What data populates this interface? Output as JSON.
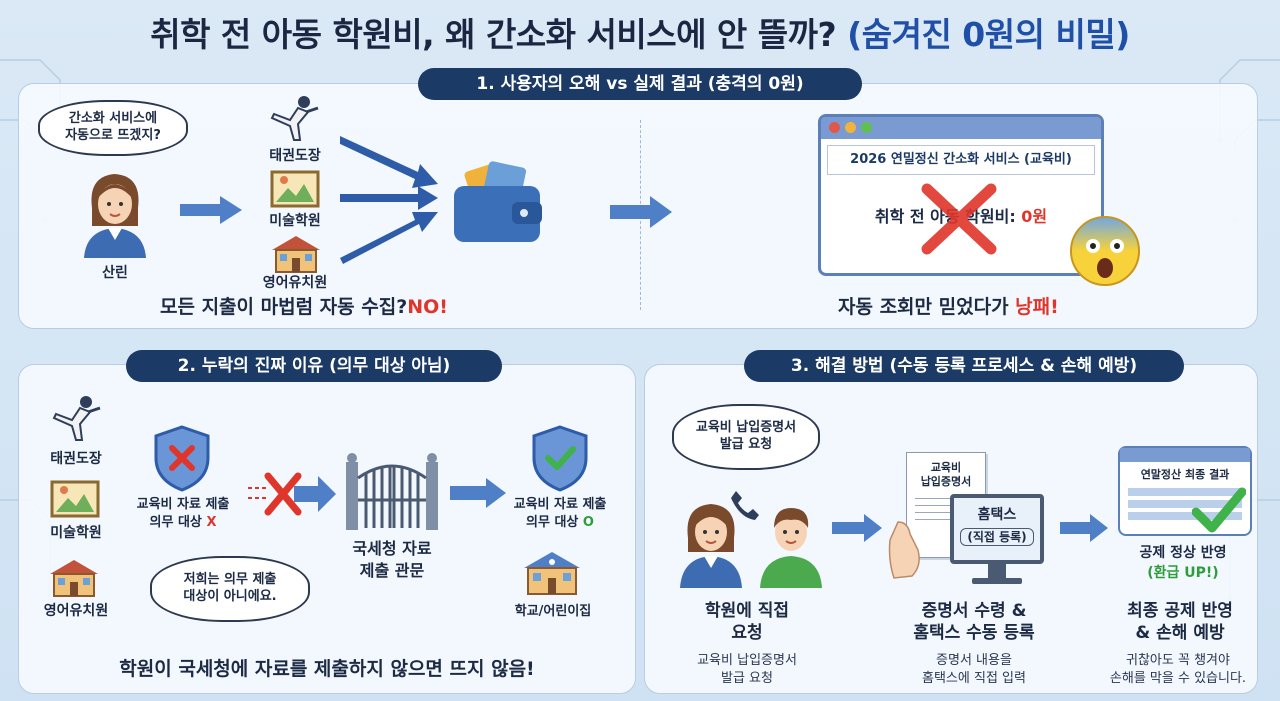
{
  "title": {
    "main": "취학 전 아동 학원비, 왜 간소화 서비스에 안 뜰까?",
    "highlight": "(숨겨진 0원의 비밀)"
  },
  "colors": {
    "navy": "#1c3a66",
    "accent_blue": "#1f4fa6",
    "red": "#e0352b",
    "green": "#2e9c3a"
  },
  "section1": {
    "heading": "1. 사용자의 오해 vs 실제 결과 (충격의 0원)",
    "bubble_line1": "간소화 서비스에",
    "bubble_line2": "자동으로 뜨겠지?",
    "person_label": "산린",
    "sources": [
      "태권도장",
      "미술학원",
      "영어유치원"
    ],
    "caption": "모든 지출이 마법럼 자동 수집?",
    "caption_no": "NO!",
    "window_title": "2026 연밀정신 간소화 서비스 (교육비)",
    "window_value_label": "취학 전 아동 학원비: ",
    "window_value": "0원",
    "result_caption": "자동 조회만 믿었다가 ",
    "result_fail": "낭패!"
  },
  "section2": {
    "heading": "2. 누락의 진짜 이유 (의무 대상 아님)",
    "sources": [
      "태권도장",
      "미술학원",
      "영어유치원"
    ],
    "no_duty_line1": "교육비 자료 제출",
    "no_duty_line2": "의무 대상 ",
    "no_duty_mark": "X",
    "gate_line1": "국세청 자료",
    "gate_line2": "제출 관문",
    "duty_line1": "교육비 자료 제출",
    "duty_line2": "의무 대상 ",
    "duty_mark": "O",
    "school_label": "학교/어린이집",
    "bubble_line1": "저희는 의무 제출",
    "bubble_line2": "대상이 아니에요.",
    "conclusion": "학원이 국세청에 자료를 제출하지 않으면 뜨지 않음!"
  },
  "section3": {
    "heading": "3. 해결 방법 (수동 등록 프로세스 & 손해 예방)",
    "bubble_line1": "교육비 납입증명서",
    "bubble_line2": "발급 요청",
    "step1_title_line1": "학원에 직접",
    "step1_title_line2": "요청",
    "step1_desc_line1": "교육비 납입증명서",
    "step1_desc_line2": "발급 요청",
    "doc_line1": "교육비",
    "doc_line2": "납입증명서",
    "monitor_line1": "홈택스",
    "monitor_line2": "(직접 등록)",
    "step2_title_line1": "증명서 수령 &",
    "step2_title_line2": "홈택스 수동 등록",
    "step2_desc_line1": "증명서 내용을",
    "step2_desc_line2": "홈택스에 직접 입력",
    "result_window_title": "연말정산 최종 결과",
    "result_line1": "공제 정상 반영",
    "result_line2": "(환급 UP!)",
    "step3_title_line1": "최종 공제 반영",
    "step3_title_line2": "& 손해 예방",
    "step3_desc_line1": "귀찮아도 꼭 챙겨야",
    "step3_desc_line2": "손해를 막을 수 있습니다."
  }
}
